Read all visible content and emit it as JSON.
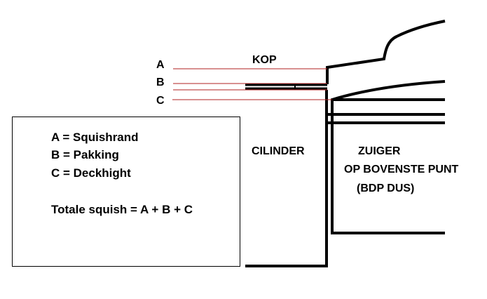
{
  "labels": {
    "a": "A",
    "b": "B",
    "c": "C",
    "kop": "KOP",
    "cilinder": "CILINDER",
    "zuiger_line1": "ZUIGER",
    "zuiger_line2": "OP BOVENSTE PUNT",
    "zuiger_line3": "(BDP DUS)"
  },
  "legend": {
    "items": [
      "A = Squishrand",
      "B = Pakking",
      "C = Deckhight"
    ],
    "formula": "Totale squish = A + B + C"
  },
  "colors": {
    "stroke": "#000000",
    "leader_lines": "#b22222",
    "background": "#ffffff"
  }
}
